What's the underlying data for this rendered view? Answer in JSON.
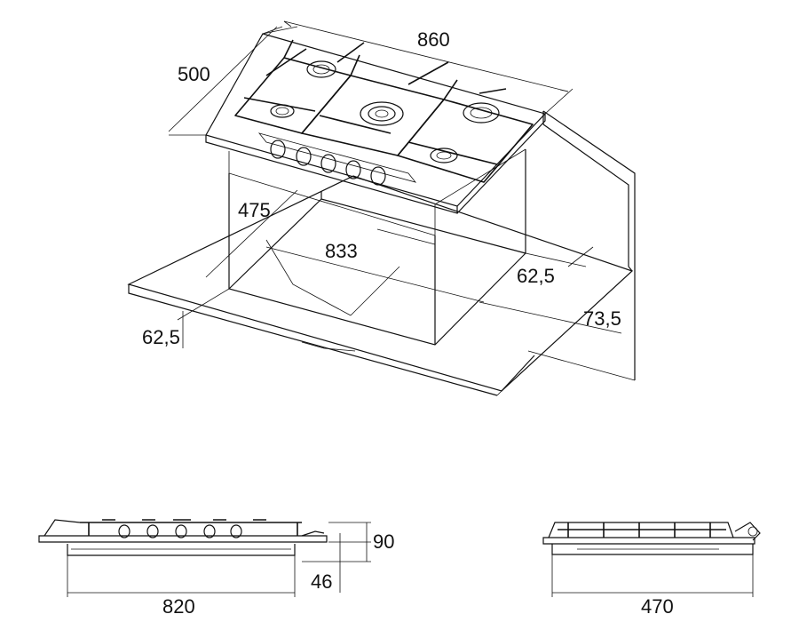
{
  "drawing": {
    "top_view": {
      "width_label": "860",
      "depth_label": "500",
      "cutout_depth_label": "475",
      "cutout_width_label": "833",
      "rear_offset_label": "62,5",
      "front_offset_label": "62,5",
      "side_offset_label": "73,5"
    },
    "front_view": {
      "width_label": "820",
      "total_height_label": "90",
      "built_in_height_label": "46"
    },
    "side_view": {
      "depth_label": "470"
    }
  }
}
